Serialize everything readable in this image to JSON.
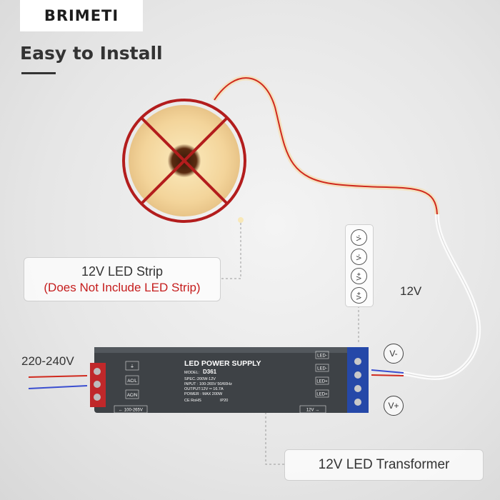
{
  "brand": {
    "logo": "BRIMETI"
  },
  "headline": "Easy to Install",
  "callouts": {
    "strip_line1": "12V LED Strip",
    "strip_line2": "(Does Not Include LED Strip)",
    "transformer": "12V LED Transformer"
  },
  "labels": {
    "output_voltage": "12V",
    "input_voltage": "220-240V",
    "v_minus": "V-",
    "v_plus": "V+"
  },
  "terminal_legend": [
    "V-",
    "V-",
    "V+",
    "V+"
  ],
  "power_supply": {
    "title": "LED POWER SUPPLY",
    "model_label": "MODEL:",
    "model": "D361",
    "spec": "SPEC.:200W-12V",
    "input": "INPUT : 100-265V 50/60Hz",
    "output": "OUTPUT:12V ═ 16.7A",
    "power": "POWER : MAX 200W",
    "marks": "CE RoHS",
    "ip": "IP20",
    "left_terminals": [
      "⏚",
      "AC/L",
      "AC/N"
    ],
    "right_terminals": [
      "LED-",
      "LED-",
      "LED+",
      "LED+"
    ],
    "input_arrow": "← 100-265V",
    "output_arrow": "12V →"
  },
  "colors": {
    "accent_red": "#c51d1d",
    "strip_glow": "#f6dca6",
    "wire_red": "#d02a1e"
  }
}
